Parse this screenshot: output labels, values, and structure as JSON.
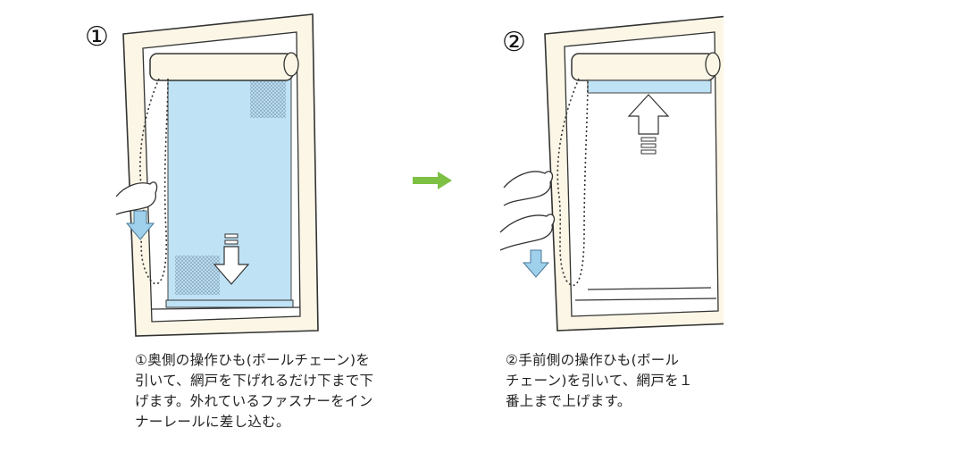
{
  "steps": [
    {
      "number": "①",
      "caption_lines": [
        "①奥側の操作ひも(ボールチェーン)を",
        "引いて、網戸を下げれるだけ下まで下",
        "げます。外れているファスナーをイン",
        "ナーレールに差し込む。"
      ]
    },
    {
      "number": "②",
      "caption_lines": [
        "②手前側の操作ひも(ボール",
        "チェーン)を引いて、網戸を１",
        "番上まで上げます。"
      ]
    }
  ],
  "colors": {
    "screen_blue": "#bfe2f5",
    "frame_fill": "#fbf6e6",
    "flow_arrow": "#7dc043",
    "line": "#333333"
  },
  "icons": [
    "flow-arrow-right-icon",
    "arrow-down-icon",
    "arrow-up-icon",
    "hand-icon"
  ]
}
